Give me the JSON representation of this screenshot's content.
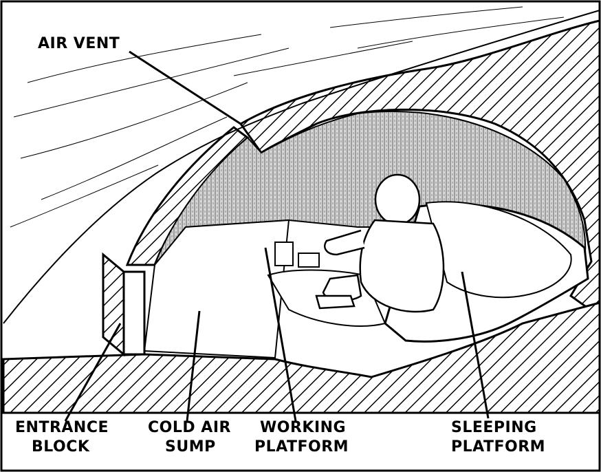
{
  "labels": {
    "air_vent": "AIR VENT",
    "entrance_block": [
      "ENTRANCE",
      "BLOCK"
    ],
    "cold_air_sump": [
      "COLD AIR",
      "SUMP"
    ],
    "working_platform": [
      "WORKING",
      "PLATFORM"
    ],
    "sleeping_platform": [
      "SLEEPING",
      "PLATFORM"
    ]
  },
  "colors": {
    "ink": "#000000",
    "paper": "#ffffff",
    "shade": "#bdbdbd"
  }
}
